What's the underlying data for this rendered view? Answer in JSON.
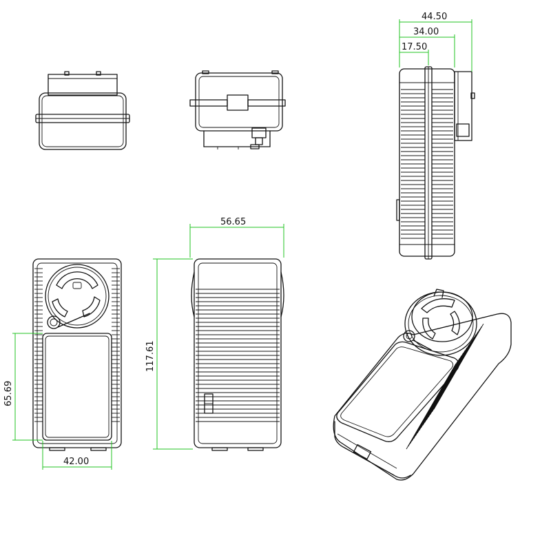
{
  "colors": {
    "outline": "#111111",
    "dimension": "#22c322",
    "background": "#ffffff"
  },
  "dimensions": {
    "width_overall": "44.50",
    "width_mid": "34.00",
    "width_small": "17.50",
    "width_front": "56.65",
    "height_total": "117.61",
    "height_label": "65.69",
    "width_label": "42.00"
  }
}
